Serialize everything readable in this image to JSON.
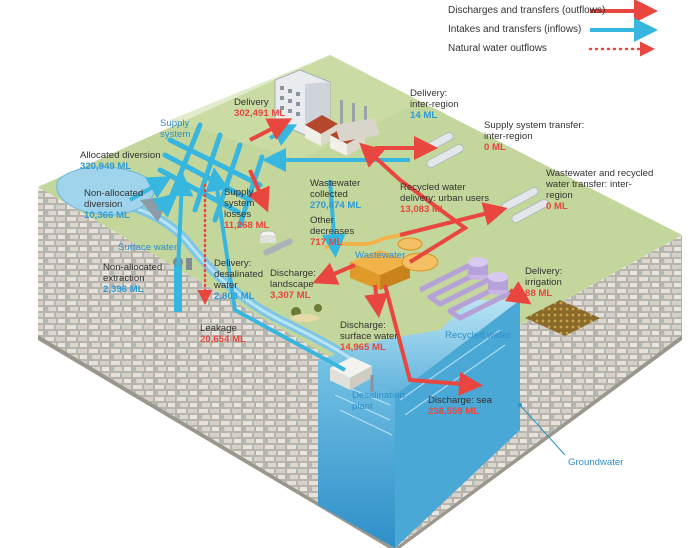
{
  "legend": {
    "outflows": "Discharges and transfers (outflows)",
    "inflows": "Intakes and transfers (inflows)",
    "natural": "Natural water outflows"
  },
  "colors": {
    "outflow": "#e8463f",
    "inflow": "#37b6df",
    "natural": "#e8463f",
    "grass": "#c3d69b",
    "stone": "#c9c5bd",
    "water": "#7cc6e6"
  },
  "labels": {
    "supply_system": "Supply system",
    "surface_water": "Surface water",
    "wastewater": "Wastewater",
    "recycled_water": "Recycled water",
    "desalination_plant": "Desalination plant",
    "groundwater": "Groundwater"
  },
  "flows": {
    "allocated_diversion": {
      "label": "Allocated diversion",
      "value": "320,949 ML"
    },
    "non_allocated_diversion": {
      "label": "Non-allocated diversion",
      "value": "10,366 ML"
    },
    "non_allocated_extraction": {
      "label": "Non-allocated extraction",
      "value": "2,396 ML"
    },
    "leakage": {
      "label": "Leakage",
      "value": "20,654 ML"
    },
    "delivery": {
      "label": "Delivery",
      "value": "302,491 ML"
    },
    "delivery_inter_region": {
      "label": "Delivery: inter-region",
      "value": "14 ML"
    },
    "supply_system_transfer": {
      "label": "Supply system transfer: inter-region",
      "value": "0 ML"
    },
    "wastewater_recycled_transfer": {
      "label": "Wastewater and recycled water transfer: inter-region",
      "value": "0 ML"
    },
    "supply_system_losses": {
      "label": "Supply system losses",
      "value": "11,268 ML"
    },
    "wastewater_collected": {
      "label": "Wastewater collected",
      "value": "270,874 ML"
    },
    "recycled_delivery_urban": {
      "label": "Recycled water delivery: urban users",
      "value": "13,083 ML"
    },
    "other_decreases": {
      "label": "Other decreases",
      "value": "717 ML"
    },
    "delivery_desalinated": {
      "label": "Delivery: desalinated water",
      "value": "2,803 ML"
    },
    "discharge_landscape": {
      "label": "Discharge: landscape",
      "value": "3,307 ML"
    },
    "delivery_irrigation": {
      "label": "Delivery: irrigation",
      "value": "88 ML"
    },
    "discharge_surface_water": {
      "label": "Discharge: surface water",
      "value": "14,965 ML"
    },
    "discharge_sea": {
      "label": "Discharge: sea",
      "value": "236,559 ML"
    }
  }
}
